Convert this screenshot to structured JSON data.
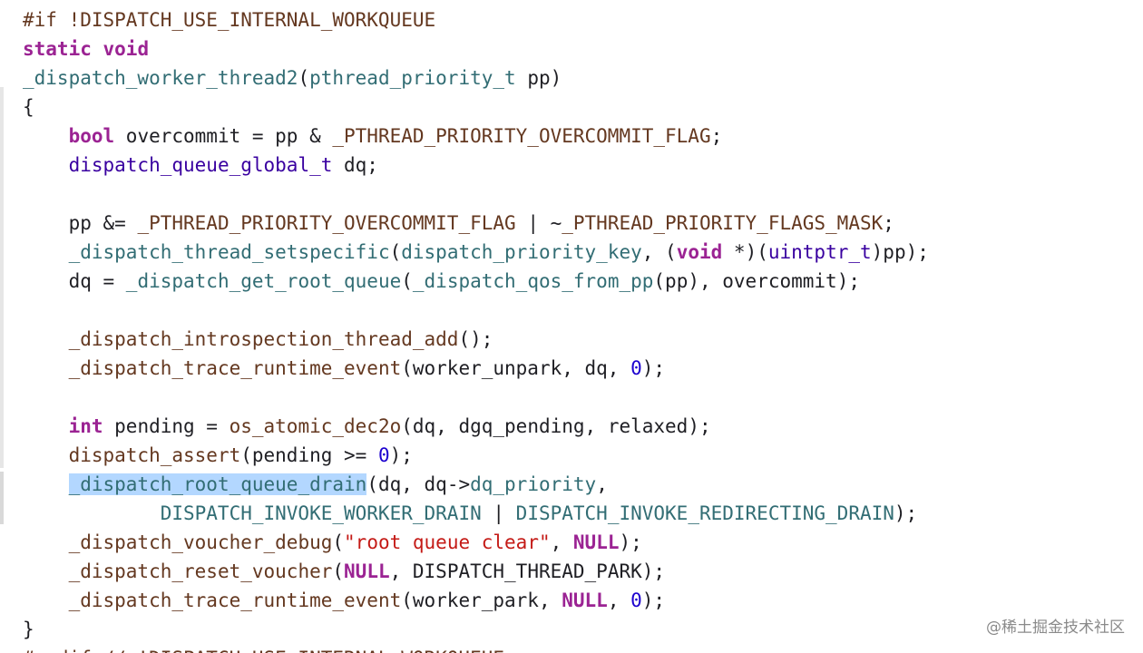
{
  "colors": {
    "keyword": "#9b2393",
    "type": "#3900a0",
    "function": "#326d74",
    "macro": "#643820",
    "number": "#1c00cf",
    "string": "#c41a16",
    "plain": "#1f1f24",
    "selection": "#b3d7ff"
  },
  "code": {
    "lines": [
      [
        {
          "t": "#if !DISPATCH_USE_INTERNAL_WORKQUEUE",
          "k": "macro"
        }
      ],
      [
        {
          "t": "static",
          "k": "kw"
        },
        {
          "t": " ",
          "k": "plain"
        },
        {
          "t": "void",
          "k": "kw"
        }
      ],
      [
        {
          "t": "_dispatch_worker_thread2",
          "k": "fn"
        },
        {
          "t": "(",
          "k": "plain"
        },
        {
          "t": "pthread_priority_t",
          "k": "fn"
        },
        {
          "t": " pp)",
          "k": "plain"
        }
      ],
      [
        {
          "t": "{",
          "k": "plain"
        }
      ],
      [
        {
          "t": "    ",
          "k": "plain"
        },
        {
          "t": "bool",
          "k": "kw"
        },
        {
          "t": " overcommit = pp & ",
          "k": "plain"
        },
        {
          "t": "_PTHREAD_PRIORITY_OVERCOMMIT_FLAG",
          "k": "macro"
        },
        {
          "t": ";",
          "k": "plain"
        }
      ],
      [
        {
          "t": "    ",
          "k": "plain"
        },
        {
          "t": "dispatch_queue_global_t",
          "k": "type"
        },
        {
          "t": " dq;",
          "k": "plain"
        }
      ],
      [
        {
          "t": "",
          "k": "plain"
        }
      ],
      [
        {
          "t": "    pp &= ",
          "k": "plain"
        },
        {
          "t": "_PTHREAD_PRIORITY_OVERCOMMIT_FLAG",
          "k": "macro"
        },
        {
          "t": " | ~",
          "k": "plain"
        },
        {
          "t": "_PTHREAD_PRIORITY_FLAGS_MASK",
          "k": "macro"
        },
        {
          "t": ";",
          "k": "plain"
        }
      ],
      [
        {
          "t": "    ",
          "k": "plain"
        },
        {
          "t": "_dispatch_thread_setspecific",
          "k": "fn"
        },
        {
          "t": "(",
          "k": "plain"
        },
        {
          "t": "dispatch_priority_key",
          "k": "fn"
        },
        {
          "t": ", (",
          "k": "plain"
        },
        {
          "t": "void",
          "k": "kw"
        },
        {
          "t": " *)(",
          "k": "plain"
        },
        {
          "t": "uintptr_t",
          "k": "type"
        },
        {
          "t": ")pp);",
          "k": "plain"
        }
      ],
      [
        {
          "t": "    dq = ",
          "k": "plain"
        },
        {
          "t": "_dispatch_get_root_queue",
          "k": "fn"
        },
        {
          "t": "(",
          "k": "plain"
        },
        {
          "t": "_dispatch_qos_from_pp",
          "k": "fn"
        },
        {
          "t": "(pp), overcommit);",
          "k": "plain"
        }
      ],
      [
        {
          "t": "",
          "k": "plain"
        }
      ],
      [
        {
          "t": "    ",
          "k": "plain"
        },
        {
          "t": "_dispatch_introspection_thread_add",
          "k": "macro"
        },
        {
          "t": "();",
          "k": "plain"
        }
      ],
      [
        {
          "t": "    ",
          "k": "plain"
        },
        {
          "t": "_dispatch_trace_runtime_event",
          "k": "macro"
        },
        {
          "t": "(worker_unpark, dq, ",
          "k": "plain"
        },
        {
          "t": "0",
          "k": "num"
        },
        {
          "t": ");",
          "k": "plain"
        }
      ],
      [
        {
          "t": "",
          "k": "plain"
        }
      ],
      [
        {
          "t": "    ",
          "k": "plain"
        },
        {
          "t": "int",
          "k": "kw"
        },
        {
          "t": " pending = ",
          "k": "plain"
        },
        {
          "t": "os_atomic_dec2o",
          "k": "macro"
        },
        {
          "t": "(dq, dgq_pending, relaxed);",
          "k": "plain"
        }
      ],
      [
        {
          "t": "    ",
          "k": "plain"
        },
        {
          "t": "dispatch_assert",
          "k": "macro"
        },
        {
          "t": "(pending >= ",
          "k": "plain"
        },
        {
          "t": "0",
          "k": "num"
        },
        {
          "t": ");",
          "k": "plain"
        }
      ],
      [
        {
          "t": "    ",
          "k": "plain"
        },
        {
          "t": "_dispatch_root_queue_drain",
          "k": "sel"
        },
        {
          "t": "(dq, dq->",
          "k": "plain"
        },
        {
          "t": "dq_priority",
          "k": "fn"
        },
        {
          "t": ",",
          "k": "plain"
        }
      ],
      [
        {
          "t": "            ",
          "k": "plain"
        },
        {
          "t": "DISPATCH_INVOKE_WORKER_DRAIN",
          "k": "fn"
        },
        {
          "t": " | ",
          "k": "plain"
        },
        {
          "t": "DISPATCH_INVOKE_REDIRECTING_DRAIN",
          "k": "fn"
        },
        {
          "t": ");",
          "k": "plain"
        }
      ],
      [
        {
          "t": "    ",
          "k": "plain"
        },
        {
          "t": "_dispatch_voucher_debug",
          "k": "macro"
        },
        {
          "t": "(",
          "k": "plain"
        },
        {
          "t": "\"root queue clear\"",
          "k": "str"
        },
        {
          "t": ", ",
          "k": "plain"
        },
        {
          "t": "NULL",
          "k": "kw"
        },
        {
          "t": ");",
          "k": "plain"
        }
      ],
      [
        {
          "t": "    ",
          "k": "plain"
        },
        {
          "t": "_dispatch_reset_voucher",
          "k": "macro"
        },
        {
          "t": "(",
          "k": "plain"
        },
        {
          "t": "NULL",
          "k": "kw"
        },
        {
          "t": ", DISPATCH_THREAD_PARK);",
          "k": "plain"
        }
      ],
      [
        {
          "t": "    ",
          "k": "plain"
        },
        {
          "t": "_dispatch_trace_runtime_event",
          "k": "macro"
        },
        {
          "t": "(worker_park, ",
          "k": "plain"
        },
        {
          "t": "NULL",
          "k": "kw"
        },
        {
          "t": ", ",
          "k": "plain"
        },
        {
          "t": "0",
          "k": "num"
        },
        {
          "t": ");",
          "k": "plain"
        }
      ],
      [
        {
          "t": "}",
          "k": "plain"
        }
      ],
      [
        {
          "t": "#endif // !DISPATCH_USE_INTERNAL_WORKQUEUE",
          "k": "macro"
        }
      ]
    ]
  },
  "watermark": {
    "text": "@稀土掘金技术社区"
  }
}
